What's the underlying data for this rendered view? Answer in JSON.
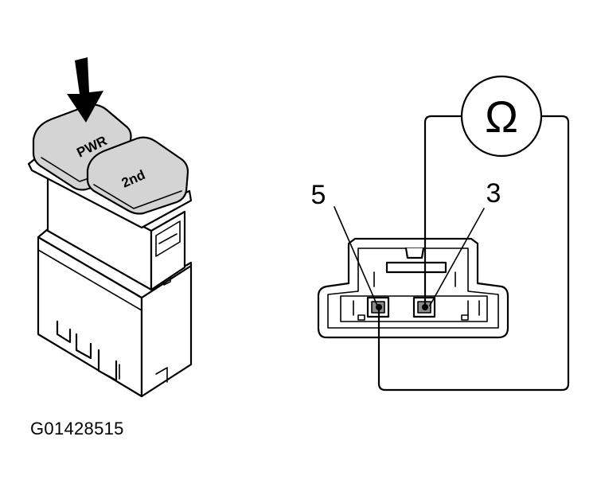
{
  "switch": {
    "button_left_label": "PWR",
    "button_right_label": "2nd"
  },
  "connector": {
    "terminal_left_label": "5",
    "terminal_right_label": "3"
  },
  "meter": {
    "symbol": "Ω",
    "icon": "ohmmeter-icon"
  },
  "figure_id": "G01428515"
}
